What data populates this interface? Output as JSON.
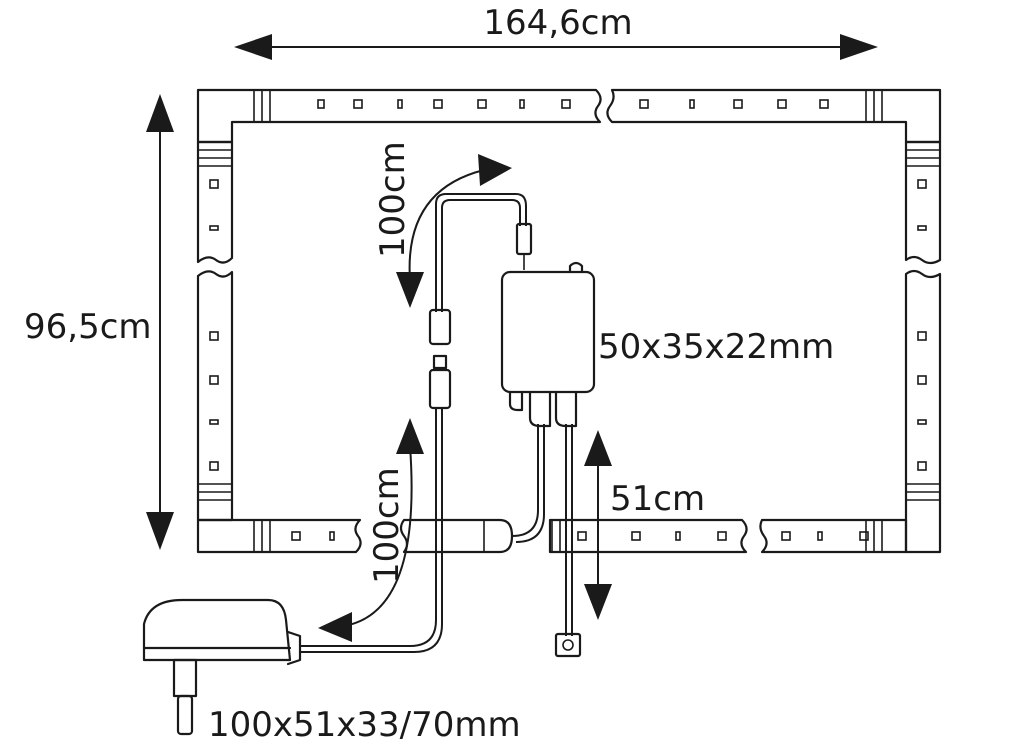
{
  "dimensions": {
    "width_label": "164,6cm",
    "height_label": "96,5cm",
    "cable_to_controller": "100cm",
    "cable_to_adapter": "100cm",
    "sensor_cable": "51cm"
  },
  "components": {
    "controller_size": "50x35x22mm",
    "adapter_size": "100x51x33/70mm"
  },
  "colors": {
    "line": "#1a1a1a",
    "background": "#ffffff"
  }
}
